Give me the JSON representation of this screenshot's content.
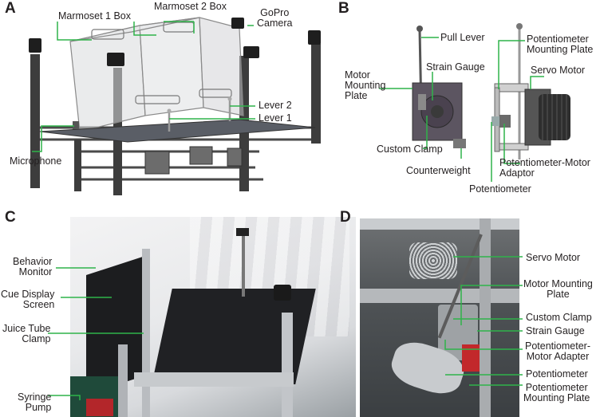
{
  "panels": {
    "a": {
      "letter": "A",
      "labels": {
        "marmoset1": "Marmoset 1 Box",
        "marmoset2": "Marmoset 2 Box",
        "gopro": "GoPro\nCamera",
        "lever2": "Lever 2",
        "lever1": "Lever 1",
        "microphone": "Microphone"
      }
    },
    "b": {
      "letter": "B",
      "labels": {
        "pull_lever": "Pull Lever",
        "strain_gauge": "Strain Gauge",
        "motor_mount": "Motor\nMounting\nPlate",
        "custom_clamp": "Custom Clamp",
        "counterweight": "Counterweight",
        "pot_mount": "Potentiometer\nMounting Plate",
        "servo": "Servo Motor",
        "pot_adaptor": "Potentiometer-Motor\nAdaptor",
        "potentiometer": "Potentiometer"
      }
    },
    "c": {
      "letter": "C",
      "labels": {
        "behavior_monitor": "Behavior\nMonitor",
        "cue_display": "Cue Display\nScreen",
        "juice_clamp": "Juice Tube\nClamp",
        "syringe_pump": "Syringe\nPump"
      }
    },
    "d": {
      "letter": "D",
      "labels": {
        "servo": "Servo Motor",
        "motor_mount": "Motor Mounting\nPlate",
        "custom_clamp": "Custom Clamp",
        "strain_gauge": "Strain Gauge",
        "pot_adapter": "Potentiometer-\nMotor Adapter",
        "potentiometer": "Potentiometer",
        "pot_mount": "Potentiometer\nMounting Plate"
      }
    }
  },
  "colors": {
    "leader": "#2fb34a",
    "text": "#231f20"
  }
}
